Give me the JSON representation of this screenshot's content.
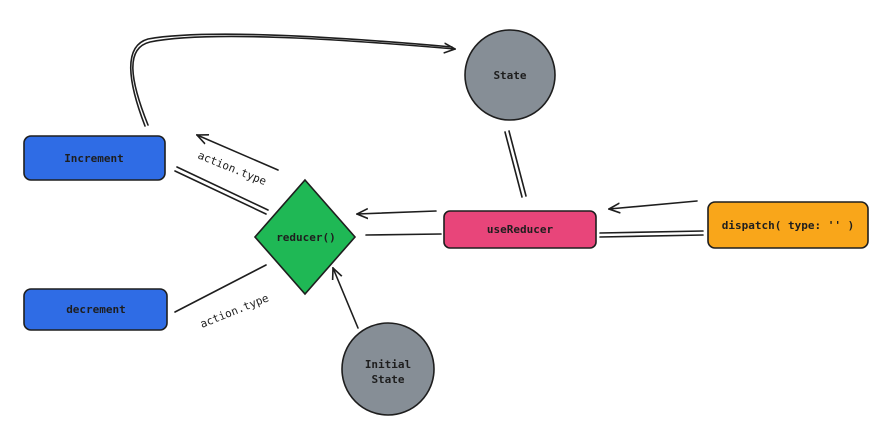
{
  "colors": {
    "blue": "#2f6ce5",
    "gray": "#868e96",
    "green": "#1fb855",
    "pink": "#e8457a",
    "orange": "#f9a61a",
    "ink": "#1e1e1e"
  },
  "nodes": {
    "increment": "Increment",
    "decrement": "decrement",
    "state": "State",
    "reducer": "reducer()",
    "use_reducer": "useReducer",
    "dispatch": "dispatch( type: '' )",
    "initial_state_line1": "Initial",
    "initial_state_line2": "State"
  },
  "edges": {
    "increment_action": "action.type",
    "decrement_action": "action.type"
  }
}
